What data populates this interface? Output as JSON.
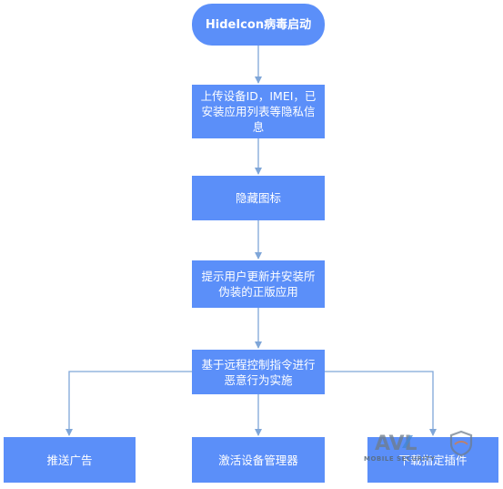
{
  "colors": {
    "node_fill": "#5b8ff9",
    "node_text": "#ffffff",
    "connector": "#7fa6d8",
    "background": "#ffffff"
  },
  "nodes": {
    "start": "HideIcon病毒启动",
    "upload_info": "上传设备ID，IMEI，已安装应用列表等隐私信息",
    "hide_icon": "隐藏图标",
    "prompt_update": "提示用户更新并安装所伪装的正版应用",
    "remote_control": "基于远程控制指令进行恶意行为实施",
    "push_ads": "推送广告",
    "activate_device_admin": "激活设备管理器",
    "download_plugin": "下载指定插件"
  },
  "watermark": {
    "brand": "AVL",
    "tagline": "MOBILE SECURITY",
    "logo_icon": "avl-logo-icon",
    "shield_icon": "shield-icon"
  }
}
